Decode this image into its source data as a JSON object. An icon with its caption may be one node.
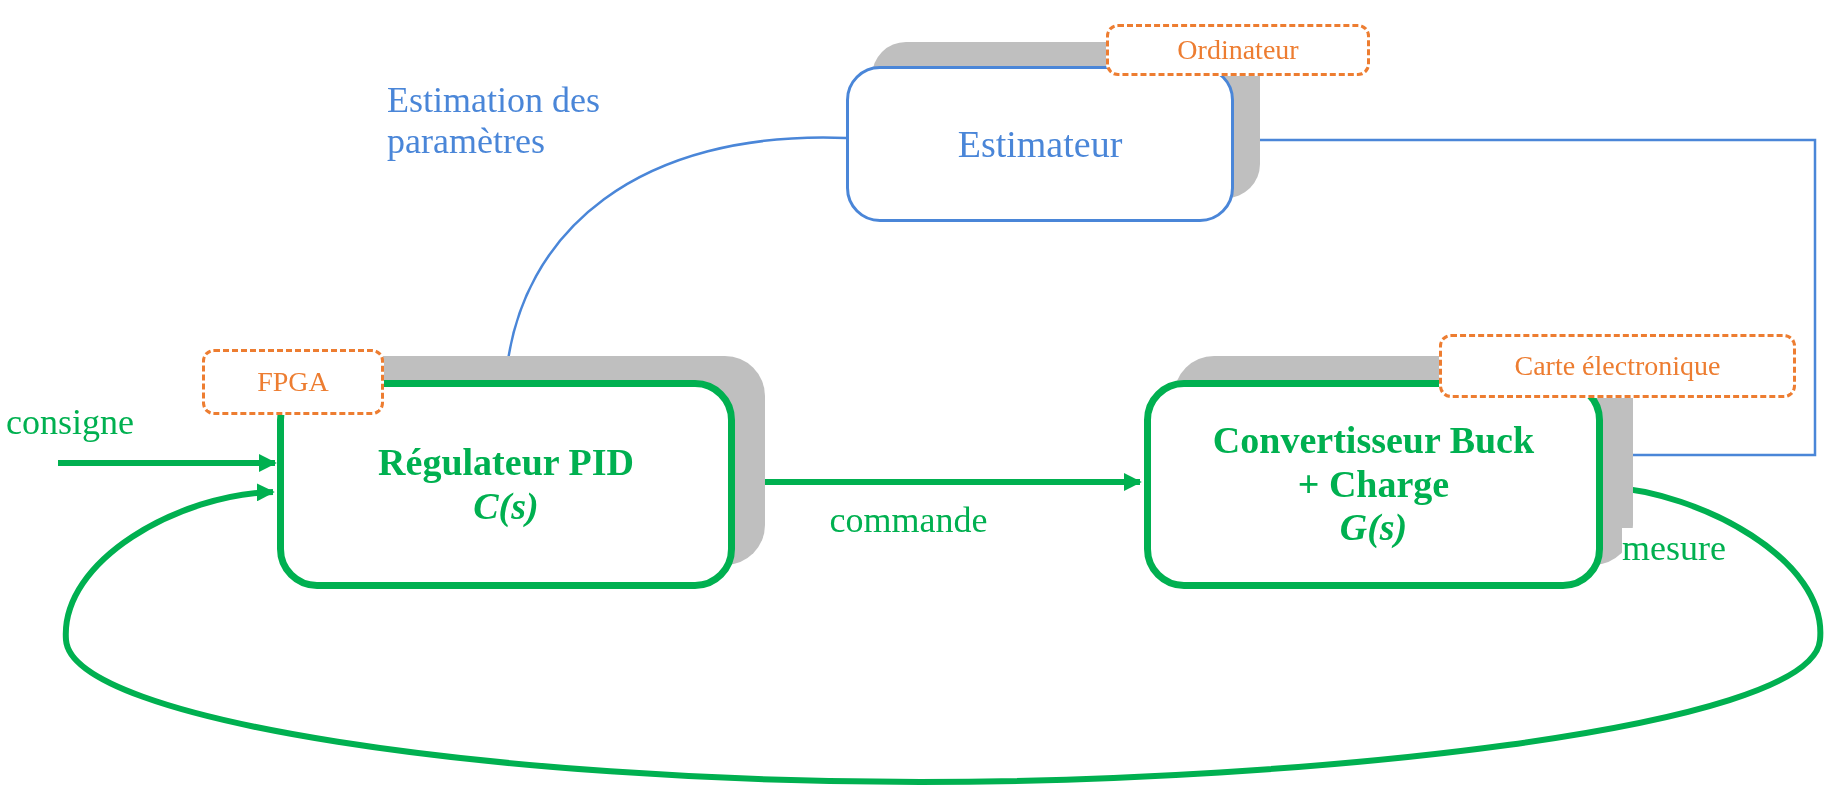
{
  "diagram": {
    "nodes": [
      {
        "text": [
          "Ordinateur"
        ]
      },
      {
        "text": [
          "Estimateur"
        ]
      },
      {
        "text": [
          "FPGA"
        ]
      },
      {
        "text": [
          "Régulateur PID",
          "C(s)"
        ]
      },
      {
        "text": [
          "Carte électronique"
        ]
      },
      {
        "text": [
          "Convertisseur Buck + Charge",
          "G(s)"
        ]
      }
    ],
    "edges": [
      {
        "from": null,
        "to": 3,
        "arrow": "to",
        "label": "consigne"
      },
      {
        "from": 3,
        "to": 5,
        "arrow": "to",
        "label": "commande"
      },
      {
        "from": 5,
        "to": 3,
        "arrow": "to",
        "label": "mesure"
      },
      {
        "from": 5,
        "to": 1,
        "arrow": "to",
        "color": "#4a86d8"
      },
      {
        "from": 1,
        "to": 3,
        "arrow": "to",
        "label": "Estimation des paramètres",
        "color": "#4a86d8"
      }
    ]
  }
}
